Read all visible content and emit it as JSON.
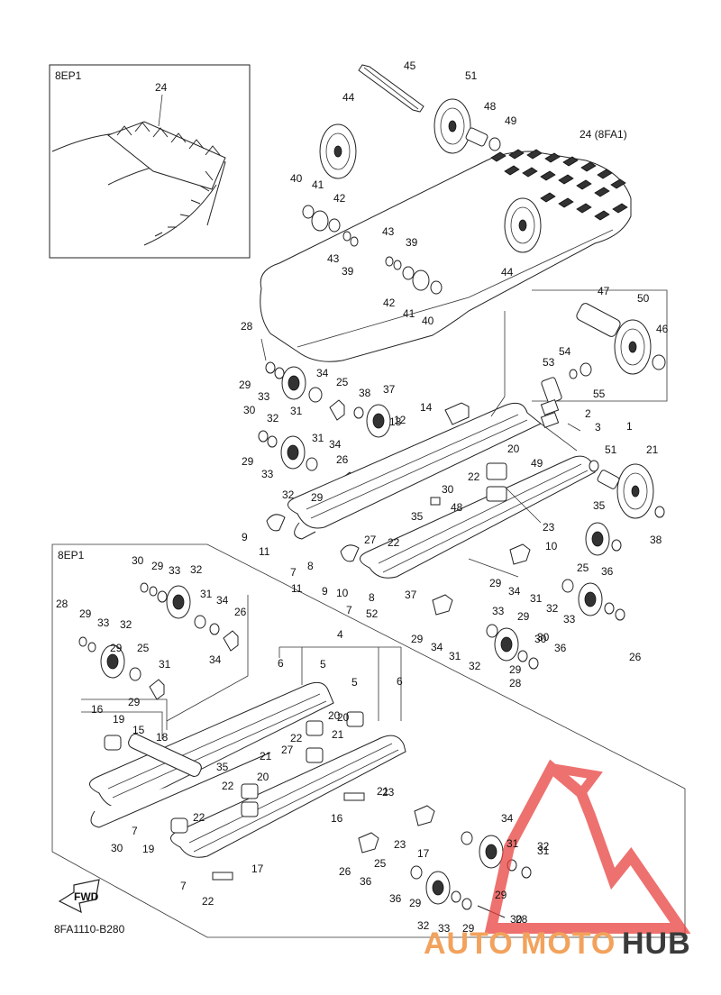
{
  "inset_top": {
    "label": "8EP1",
    "part": "24"
  },
  "inset_bottom": {
    "label": "8EP1"
  },
  "track_label": "24 (8FA1)",
  "fwd_label": "FWD",
  "drawing_code": "8FA1110-B280",
  "watermark": {
    "auto": "AUTO",
    "moto": "MOTO",
    "hub": "HUB",
    "accent_color": "#e8423f"
  },
  "callouts": [
    "45",
    "51",
    "48",
    "49",
    "44",
    "40",
    "41",
    "42",
    "43",
    "39",
    "43",
    "39",
    "42",
    "41",
    "40",
    "44",
    "47",
    "50",
    "46",
    "28",
    "54",
    "53",
    "55",
    "29",
    "33",
    "32",
    "31",
    "34",
    "25",
    "38",
    "37",
    "14",
    "12",
    "13",
    "2",
    "3",
    "1",
    "30",
    "31",
    "34",
    "29",
    "33",
    "32",
    "26",
    "29",
    "20",
    "49",
    "51",
    "21",
    "22",
    "30",
    "48",
    "35",
    "35",
    "27",
    "22",
    "23",
    "10",
    "9",
    "11",
    "7",
    "8",
    "11",
    "9",
    "10",
    "8",
    "7",
    "52",
    "37",
    "38",
    "25",
    "36",
    "29",
    "34",
    "31",
    "32",
    "33",
    "29",
    "28",
    "30",
    "26",
    "36",
    "29",
    "34",
    "31",
    "32",
    "33",
    "29",
    "30",
    "30",
    "29",
    "33",
    "32",
    "31",
    "34",
    "26",
    "28",
    "29",
    "33",
    "32",
    "29",
    "34",
    "25",
    "31",
    "29",
    "4",
    "6",
    "5",
    "5",
    "6",
    "20",
    "20",
    "16",
    "19",
    "15",
    "18",
    "21",
    "27",
    "22",
    "21",
    "35",
    "22",
    "20",
    "21",
    "17",
    "22",
    "30",
    "7",
    "19",
    "16",
    "23",
    "7",
    "22",
    "23",
    "17",
    "26",
    "36",
    "25",
    "36",
    "29",
    "34",
    "31",
    "32",
    "29",
    "30",
    "31",
    "32",
    "33",
    "29",
    "28",
    "33",
    "32"
  ]
}
